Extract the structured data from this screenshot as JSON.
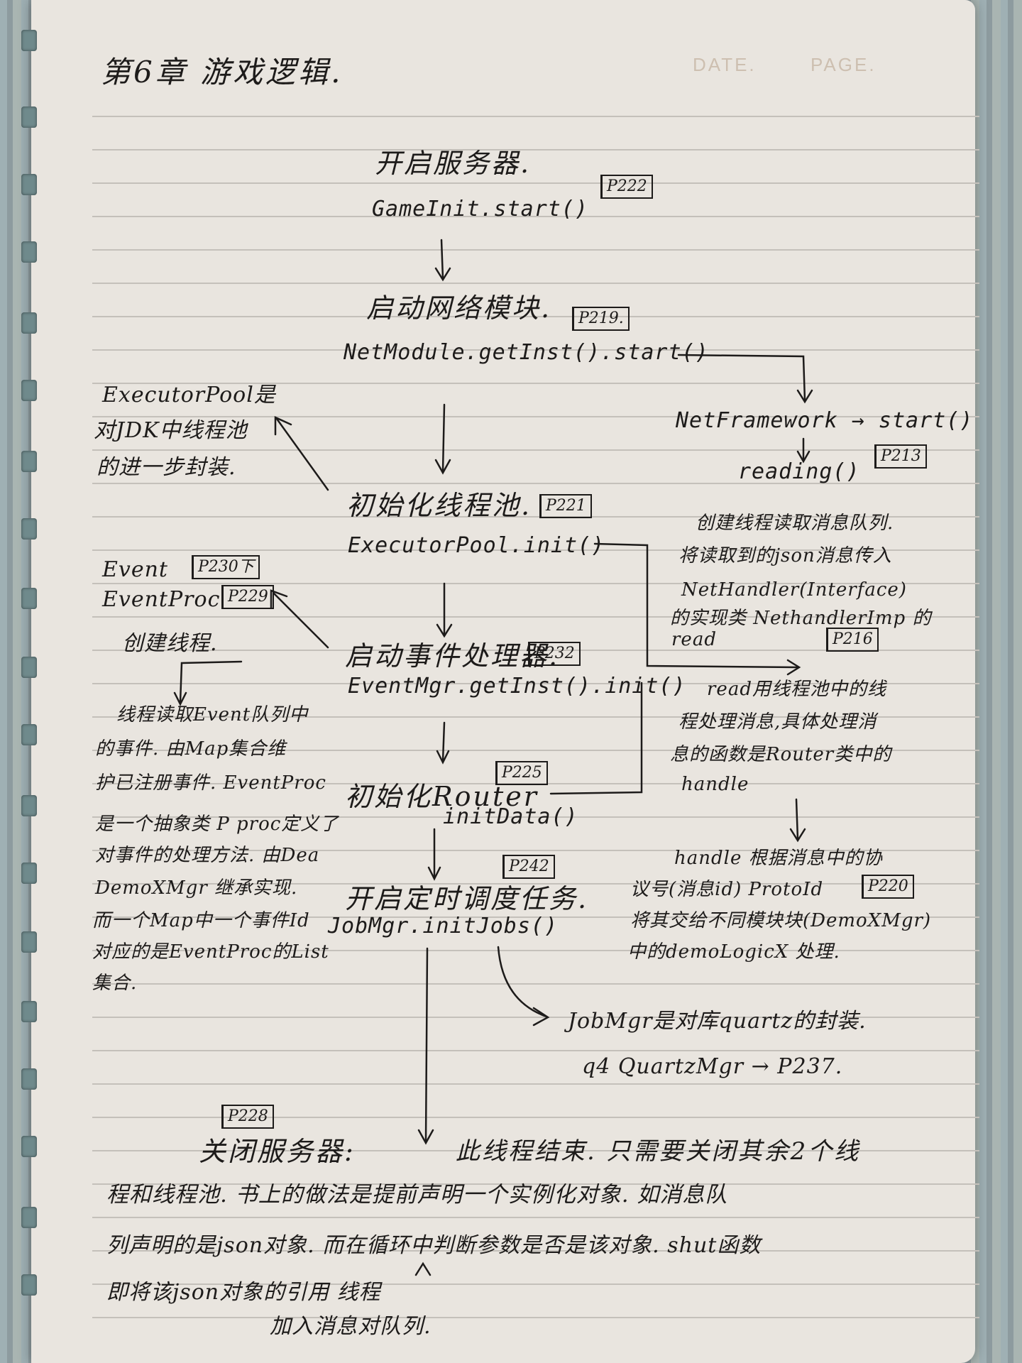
{
  "header": {
    "chapter_title": "第6章 游戏逻辑.",
    "date_label": "DATE.",
    "page_label": "PAGE."
  },
  "flow": {
    "start_server": {
      "title": "开启服务器.",
      "code": "GameInit.start()",
      "page_ref": "P222"
    },
    "network_module": {
      "title": "启动网络模块.",
      "code": "NetModule.getInst().start()",
      "page_ref": "P219."
    },
    "net_framework": {
      "code": "NetFramework → start()",
      "reading": "reading()",
      "page_ref": "P213"
    },
    "net_framework_note": [
      "创建线程读取消息队列.",
      "将读取到的json消息传入",
      "NetHandler(Interface)",
      "的实现类 NethandlerImp 的",
      "read"
    ],
    "read_page_ref": "P216",
    "read_note": [
      "read用线程池中的线",
      "程处理消息,具体处理消",
      "息的函数是Router类中的",
      "handle"
    ],
    "handle_note": [
      "handle 根据消息中的协",
      "议号(消息id) ProtoId",
      "将其交给不同模块块(DemoXMgr)",
      "中的demoLogicX 处理."
    ],
    "handle_page_ref": "P220",
    "thread_pool": {
      "title": "初始化线程池.",
      "code": "ExecutorPool.init()",
      "page_ref": "P221"
    },
    "executor_note": [
      "ExecutorPool是",
      "对JDK中线程池",
      "的进一步封装."
    ],
    "event_mgr": {
      "title": "启动事件处理器.",
      "code": "EventMgr.getInst().init()",
      "page_ref": "P232"
    },
    "event_refs": {
      "event": "Event",
      "event_ref": "P230下",
      "event_proc": "EventProc",
      "event_proc_ref": "P229"
    },
    "create_thread": "创建线程.",
    "event_note": [
      "线程读取Event队列中",
      "的事件. 由Map集合维",
      "护已注册事件. EventProc",
      "是一个抽象类 P proc定义了",
      "对事件的处理方法. 由Dea",
      "DemoXMgr 继承实现.",
      "而一个Map中一个事件Id",
      "对应的是EventProc的List",
      "集合."
    ],
    "router": {
      "title": "初始化Router",
      "code": "initData()",
      "page_ref": "P225"
    },
    "jobs": {
      "title": "开启定时调度任务.",
      "code": "JobMgr.initJobs()",
      "page_ref": "P242"
    },
    "jobmgr_note": [
      "JobMgr是对库quartz的封装.",
      "q4 QuartzMgr → P237."
    ],
    "shutdown": {
      "page_ref": "P228",
      "title": "关闭服务器:",
      "line1": "此线程结束. 只需要关闭其余2个线",
      "line2": "程和线程池. 书上的做法是提前声明一个实例化对象. 如消息队",
      "line3": "列声明的是json对象. 而在循环中判断参数是否是该对象. shut函数",
      "line4": "即将该json对象的引用 线程",
      "line5": "加入消息对队列."
    }
  }
}
